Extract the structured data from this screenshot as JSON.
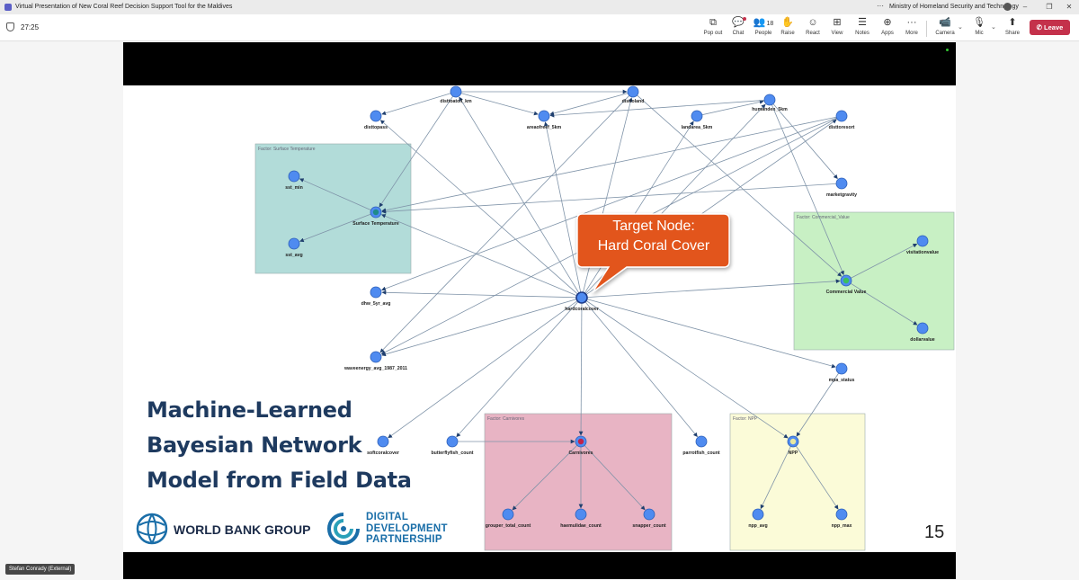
{
  "window": {
    "title": "Virtual Presentation of New Coral Reef Decision Support Tool for the Maldives",
    "org": "Ministry of Homeland Security and Technology",
    "more_glyph": "···",
    "minimize_glyph": "–",
    "restore_glyph": "❐",
    "close_glyph": "✕"
  },
  "meeting": {
    "timer": "27:25",
    "toolbar": [
      {
        "id": "popout",
        "label": "Pop out",
        "glyph": "⧉"
      },
      {
        "id": "chat",
        "label": "Chat",
        "glyph": "💬"
      },
      {
        "id": "people",
        "label": "People",
        "glyph": "👥",
        "count": "18"
      },
      {
        "id": "raise",
        "label": "Raise",
        "glyph": "✋"
      },
      {
        "id": "react",
        "label": "React",
        "glyph": "☺"
      },
      {
        "id": "view",
        "label": "View",
        "glyph": "⊞"
      },
      {
        "id": "notes",
        "label": "Notes",
        "glyph": "☰"
      },
      {
        "id": "apps",
        "label": "Apps",
        "glyph": "⊕"
      },
      {
        "id": "more",
        "label": "More",
        "glyph": "···"
      },
      {
        "id": "camera",
        "label": "Camera",
        "glyph": "📹"
      },
      {
        "id": "mic",
        "label": "Mic",
        "glyph": "🎙"
      },
      {
        "id": "share",
        "label": "Share",
        "glyph": "⬆"
      }
    ],
    "chevron_glyph": "⌄",
    "leave_label": "Leave",
    "leave_glyph": "✆"
  },
  "slide": {
    "headline": [
      "Machine-Learned",
      "Bayesian Network",
      "Model from Field Data"
    ],
    "callout": [
      "Target Node:",
      "Hard Coral Cover"
    ],
    "page_number": "15",
    "logos": {
      "world_bank": "WORLD BANK GROUP",
      "ddp": [
        "DIGITAL",
        "DEVELOPMENT",
        "PARTNERSHIP"
      ]
    },
    "factors": [
      {
        "id": "sst",
        "label": "Factor: Surface Temperature",
        "color": "#b2dcd9"
      },
      {
        "id": "commercial",
        "label": "Factor: Commercial_Value",
        "color": "#c8f0c4"
      },
      {
        "id": "carnivores",
        "label": "Factor: Carnivores",
        "color": "#e8b4c4"
      },
      {
        "id": "npp",
        "label": "Factor: NPP",
        "color": "#fbfbd8"
      }
    ],
    "nodes": [
      {
        "id": "disttopass",
        "label": "disttopass"
      },
      {
        "id": "disttoatoll",
        "label": "disttoatoll_km"
      },
      {
        "id": "areaofreef",
        "label": "areaofreef_5km"
      },
      {
        "id": "disttoland",
        "label": "disttoland"
      },
      {
        "id": "landarea",
        "label": "landarea_5km"
      },
      {
        "id": "humanden",
        "label": "humanden_5km"
      },
      {
        "id": "disttoresort",
        "label": "disttoresort"
      },
      {
        "id": "marketgravity",
        "label": "marketgravity"
      },
      {
        "id": "sst_min",
        "label": "sst_min"
      },
      {
        "id": "surface_temp",
        "label": "Surface Temperature"
      },
      {
        "id": "sst_avg",
        "label": "sst_avg"
      },
      {
        "id": "visitationvalue",
        "label": "visitationvalue"
      },
      {
        "id": "commercial_value",
        "label": "Commercial Value"
      },
      {
        "id": "dollarvalue",
        "label": "dollarvalue"
      },
      {
        "id": "dhw",
        "label": "dhw_5yr_avg"
      },
      {
        "id": "hardcoralcover",
        "label": "hardcoralcover"
      },
      {
        "id": "waveenergy",
        "label": "waveenergy_avg_1987_2011"
      },
      {
        "id": "mpa_status",
        "label": "mpa_status"
      },
      {
        "id": "softcoralcover",
        "label": "softcoralcover"
      },
      {
        "id": "butterflyfish",
        "label": "butterflyfish_count"
      },
      {
        "id": "carnivores",
        "label": "Carnivores"
      },
      {
        "id": "parrotfish",
        "label": "parrotfish_count"
      },
      {
        "id": "npp",
        "label": "NPP"
      },
      {
        "id": "grouper",
        "label": "grouper_total_count"
      },
      {
        "id": "haemulidae",
        "label": "haemulidae_count"
      },
      {
        "id": "snapper",
        "label": "snapper_count"
      },
      {
        "id": "npp_avg",
        "label": "npp_avg"
      },
      {
        "id": "npp_max",
        "label": "npp_max"
      }
    ],
    "edges": [
      [
        "hardcoralcover",
        "disttopass"
      ],
      [
        "hardcoralcover",
        "disttoatoll"
      ],
      [
        "hardcoralcover",
        "areaofreef"
      ],
      [
        "hardcoralcover",
        "disttoland"
      ],
      [
        "hardcoralcover",
        "landarea"
      ],
      [
        "hardcoralcover",
        "humanden"
      ],
      [
        "hardcoralcover",
        "disttoresort"
      ],
      [
        "hardcoralcover",
        "surface_temp"
      ],
      [
        "hardcoralcover",
        "dhw"
      ],
      [
        "hardcoralcover",
        "waveenergy"
      ],
      [
        "hardcoralcover",
        "commercial_value"
      ],
      [
        "hardcoralcover",
        "mpa_status"
      ],
      [
        "hardcoralcover",
        "softcoralcover"
      ],
      [
        "hardcoralcover",
        "butterflyfish"
      ],
      [
        "hardcoralcover",
        "carnivores"
      ],
      [
        "hardcoralcover",
        "parrotfish"
      ],
      [
        "hardcoralcover",
        "npp"
      ],
      [
        "disttoatoll",
        "disttopass"
      ],
      [
        "disttoatoll",
        "areaofreef"
      ],
      [
        "disttoatoll",
        "disttoland"
      ],
      [
        "disttoland",
        "areaofreef"
      ],
      [
        "disttoatoll",
        "surface_temp"
      ],
      [
        "disttoland",
        "waveenergy"
      ],
      [
        "landarea",
        "humanden"
      ],
      [
        "humanden",
        "areaofreef"
      ],
      [
        "humanden",
        "marketgravity"
      ],
      [
        "humanden",
        "commercial_value"
      ],
      [
        "disttoland",
        "commercial_value"
      ],
      [
        "disttoresort",
        "surface_temp"
      ],
      [
        "disttoresort",
        "waveenergy"
      ],
      [
        "disttoresort",
        "dhw"
      ],
      [
        "marketgravity",
        "surface_temp"
      ],
      [
        "surface_temp",
        "sst_min"
      ],
      [
        "surface_temp",
        "sst_avg"
      ],
      [
        "commercial_value",
        "visitationvalue"
      ],
      [
        "commercial_value",
        "dollarvalue"
      ],
      [
        "mpa_status",
        "npp"
      ],
      [
        "butterflyfish",
        "carnivores"
      ],
      [
        "carnivores",
        "grouper"
      ],
      [
        "carnivores",
        "haemulidae"
      ],
      [
        "carnivores",
        "snapper"
      ],
      [
        "npp",
        "npp_avg"
      ],
      [
        "npp",
        "npp_max"
      ]
    ]
  },
  "speaker": {
    "name": "Stefan Conrady (External)"
  },
  "colors": {
    "node": "#4f8bf0",
    "edge": "#7f93a8",
    "callout": "#e2551f",
    "leave": "#c4314b"
  }
}
